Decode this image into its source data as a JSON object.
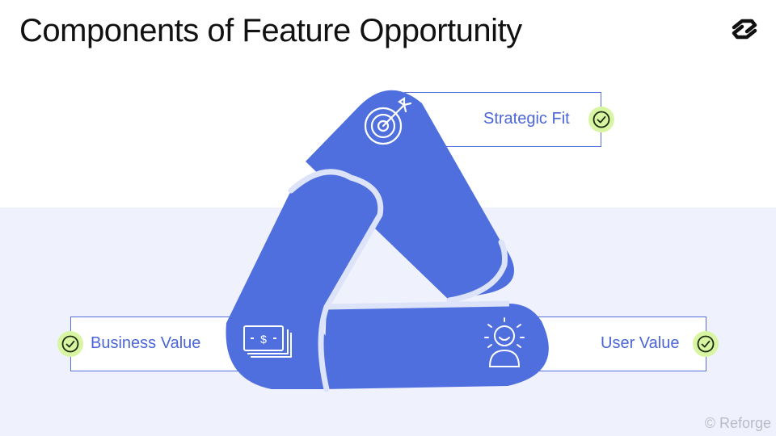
{
  "title": "Components of Feature Opportunity",
  "components": {
    "strategic_fit": {
      "label": "Strategic Fit",
      "icon": "target-arrow-icon"
    },
    "business_value": {
      "label": "Business Value",
      "icon": "money-stack-icon"
    },
    "user_value": {
      "label": "User Value",
      "icon": "happy-user-icon"
    }
  },
  "check_icon": "check-circle-icon",
  "copyright": "© Reforge",
  "colors": {
    "accent": "#4f6fdf",
    "band": "#eff1fc",
    "check_fill": "#d8f5a2",
    "text_blue": "#4b66d6"
  }
}
